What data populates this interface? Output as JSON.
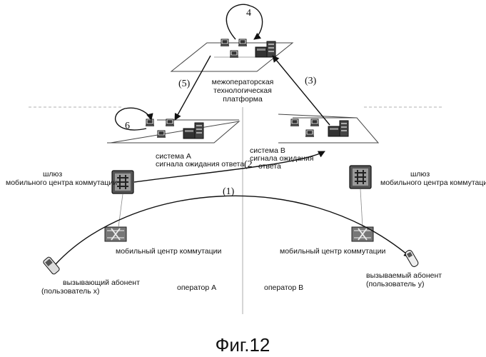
{
  "labels": {
    "platform": [
      "межоператорская",
      "технологическая",
      "платформа"
    ],
    "system_a": [
      "система А",
      "сигнала ожидания ответа"
    ],
    "system_b": [
      "система В",
      "сигнала ожидания",
      "ответа"
    ],
    "gateway_left": [
      "шлюз",
      "мобильного центра коммутации"
    ],
    "gateway_right": [
      "шлюз",
      "мобильного центра коммутации"
    ],
    "msc_left": "мобильный центр коммутации",
    "msc_right": "мобильный центр коммутации",
    "caller": [
      "вызывающий абонент",
      "(пользователь x)"
    ],
    "callee": [
      "вызываемый абонент",
      "(пользователь y)"
    ],
    "operator_a": "оператор А",
    "operator_b": "оператор В",
    "figure_caption": "Фиг.12"
  },
  "steps": {
    "s1": "(1)",
    "s2": "(2",
    "s3": "(3)",
    "s4": "4",
    "s5": "(5)",
    "s6": "6"
  }
}
